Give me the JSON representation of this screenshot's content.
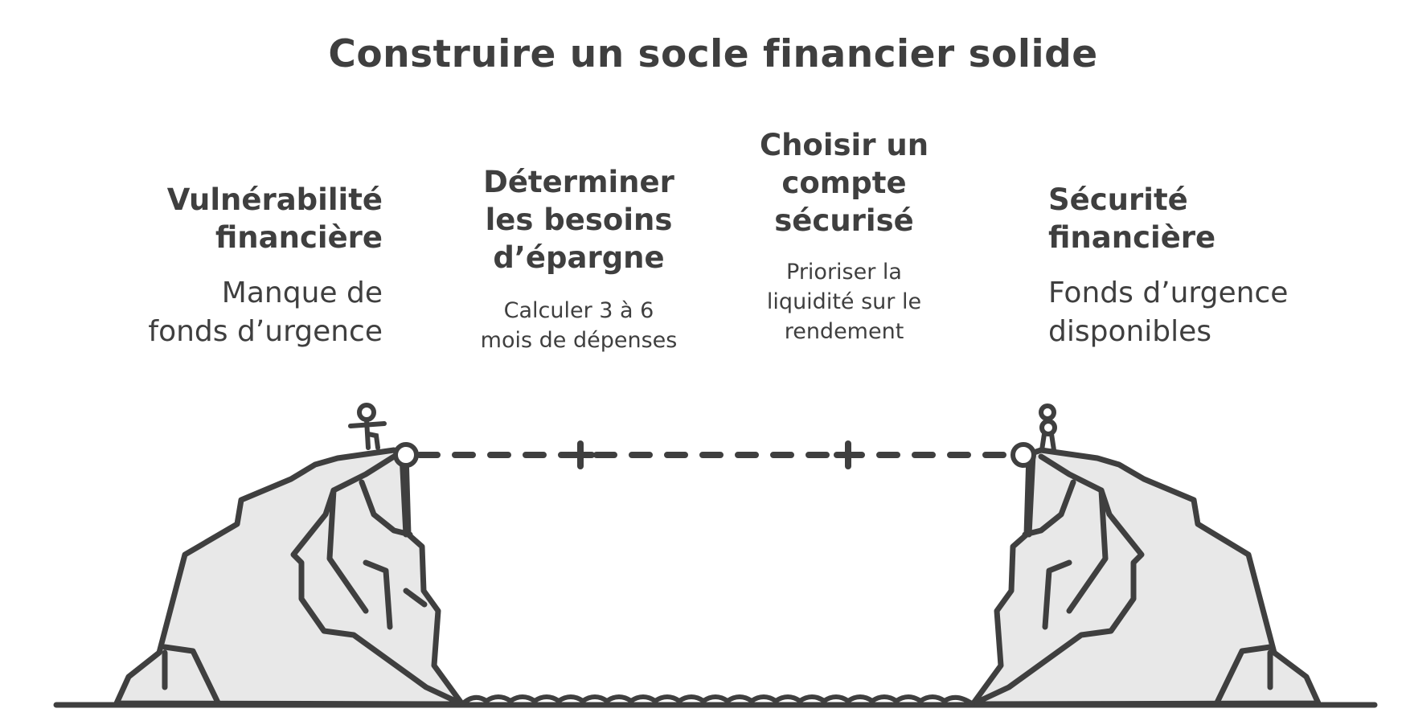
{
  "title": "Construire un socle financier solide",
  "steps": [
    {
      "heading": "Vulnérabilité\nfinancière",
      "description": "Manque de\nfonds d’urgence"
    },
    {
      "heading": "Déterminer\nles besoins\nd’épargne",
      "description": "Calculer 3 à 6\nmois de dépenses"
    },
    {
      "heading": "Choisir un\ncompte\nsécurisé",
      "description": "Prioriser la\nliquidité sur le\nrendement"
    },
    {
      "heading": "Sécurité\nfinancière",
      "description": "Fonds d’urgence\ndisponibles"
    }
  ],
  "colors": {
    "ink": "#3f3f3f",
    "rock_fill": "#e8e8e8",
    "background": "#ffffff"
  }
}
